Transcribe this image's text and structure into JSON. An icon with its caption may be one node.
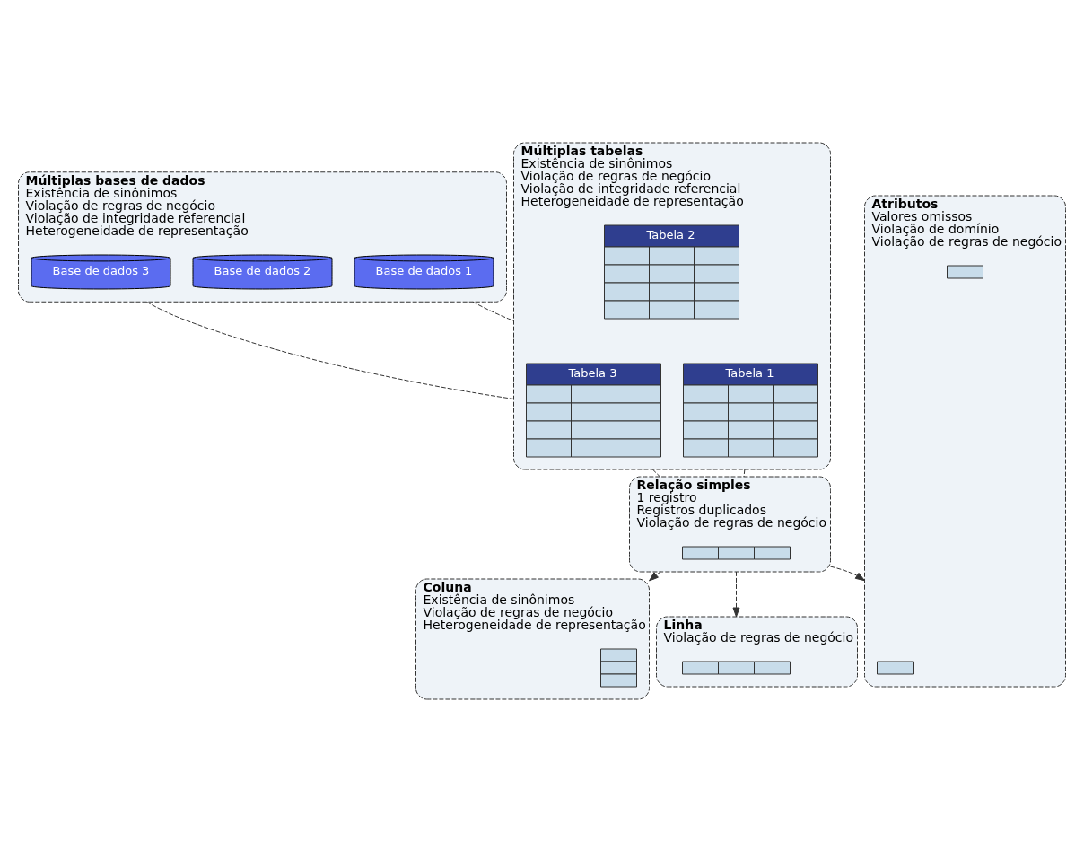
{
  "diagram": {
    "nodes": [
      {
        "text": [
          "Múltiplas bases de dados",
          "Existência de sinônimos",
          "Violação de regras de negócio",
          "Violação de integridade referencial",
          "Heterogeneidade de representação"
        ]
      },
      {
        "text": [
          "Base de dados 1"
        ],
        "in": 0
      },
      {
        "text": [
          "Base de dados 2"
        ],
        "in": 0
      },
      {
        "text": [
          "Base de dados 3"
        ],
        "in": 0
      },
      {
        "text": [
          "Múltiplas tabelas",
          "Existência de sinônimos",
          "Violação de regras de negócio",
          "Violação de integridade referencial",
          "Heterogeneidade de representação"
        ]
      },
      {
        "text": [
          "Tabela 1"
        ],
        "in": 4
      },
      {
        "text": [
          "Tabela 2"
        ],
        "in": 4
      },
      {
        "text": [
          "Tabela 3"
        ],
        "in": 4
      },
      {
        "text": [
          "Relação simples",
          "1 registro",
          "Registros duplicados",
          "Violação de regras de negócio"
        ]
      },
      {
        "text": [],
        "shape": "bar",
        "in": 8
      },
      {
        "text": [
          "Atributos",
          "Valores omissos",
          "Violação de domínio",
          "Violação de regras de negócio"
        ]
      },
      {
        "text": [],
        "shape": "bar",
        "in": 10
      },
      {
        "text": [],
        "shape": "bar",
        "in": 10
      },
      {
        "text": [
          "Coluna",
          "Existência de sinônimos",
          "Violação de regras de negócio",
          "Heterogeneidade de representação"
        ]
      },
      {
        "text": [],
        "shape": "bar",
        "in": 13
      },
      {
        "text": [
          "Linha",
          "Violação de regras de negócio"
        ]
      },
      {
        "text": [],
        "shape": "bar",
        "in": 15
      }
    ],
    "edges": [
      {
        "from": 0,
        "to": 4,
        "arrow": "none",
        "style": "dashed"
      },
      {
        "from": 0,
        "to": 4,
        "arrow": "none",
        "style": "dashed"
      },
      {
        "from": 4,
        "to": 8,
        "arrow": "none",
        "style": "dashed"
      },
      {
        "from": 4,
        "to": 8,
        "arrow": "none",
        "style": "dashed"
      },
      {
        "from": 8,
        "to": 10,
        "arrow": "to",
        "style": "dashed"
      },
      {
        "from": 8,
        "to": 13,
        "arrow": "to",
        "style": "dashed"
      },
      {
        "from": 8,
        "to": 15,
        "arrow": "to",
        "style": "dashed"
      }
    ]
  }
}
